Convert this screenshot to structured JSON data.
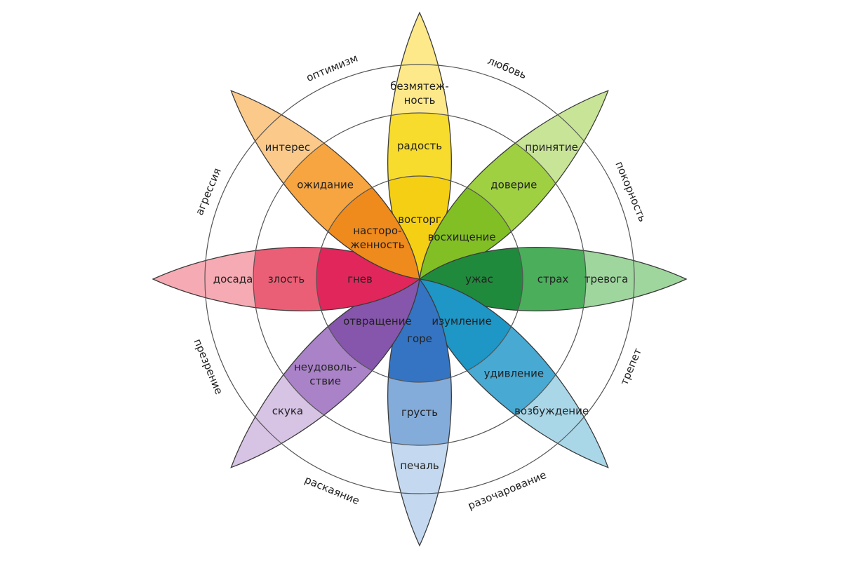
{
  "petals": [
    {
      "id": "joy",
      "colors": [
        "#fde98a",
        "#f7dc2e",
        "#f4cf14"
      ],
      "labels": {
        "outer": [
          "безмятеж-",
          "ность"
        ],
        "middle": [
          "радость"
        ],
        "inner": [
          "восторг"
        ]
      }
    },
    {
      "id": "trust",
      "colors": [
        "#c8e497",
        "#9fd041",
        "#82bf24"
      ],
      "labels": {
        "outer": [
          "принятие"
        ],
        "middle": [
          "доверие"
        ],
        "inner": [
          "восхищение"
        ]
      }
    },
    {
      "id": "fear",
      "colors": [
        "#9fd69e",
        "#4aae5b",
        "#1f8a3c"
      ],
      "labels": {
        "outer": [
          "тревога"
        ],
        "middle": [
          "страх"
        ],
        "inner": [
          "ужас"
        ]
      }
    },
    {
      "id": "surprise",
      "colors": [
        "#a9d7e8",
        "#48a9d3",
        "#1e96c6"
      ],
      "labels": {
        "outer": [
          "возбуждение"
        ],
        "middle": [
          "удивление"
        ],
        "inner": [
          "изумление"
        ]
      }
    },
    {
      "id": "sadness",
      "colors": [
        "#c4d9ef",
        "#84acdb",
        "#3574c2"
      ],
      "labels": {
        "outer": [
          "печаль"
        ],
        "middle": [
          "грусть"
        ],
        "inner": [
          "горе"
        ]
      }
    },
    {
      "id": "disgust",
      "colors": [
        "#d7c3e3",
        "#aa82c8",
        "#8556ab"
      ],
      "labels": {
        "outer": [
          "скука"
        ],
        "middle": [
          "неудоволь-",
          "ствие"
        ],
        "inner": [
          "отвращение"
        ]
      }
    },
    {
      "id": "anger",
      "colors": [
        "#f6aab3",
        "#eb5f76",
        "#e0265b"
      ],
      "labels": {
        "outer": [
          "досада"
        ],
        "middle": [
          "злость"
        ],
        "inner": [
          "гнев"
        ]
      }
    },
    {
      "id": "anticipation",
      "colors": [
        "#fbc98a",
        "#f7a541",
        "#ef8a1c"
      ],
      "labels": {
        "outer": [
          "интерес"
        ],
        "middle": [
          "ожидание"
        ],
        "inner": [
          "насторо-",
          "женность"
        ]
      }
    }
  ],
  "combinations": [
    "любовь",
    "покорность",
    "трепет",
    "разочарование",
    "раскаяние",
    "презрение",
    "агрессия",
    "оптимизм"
  ]
}
